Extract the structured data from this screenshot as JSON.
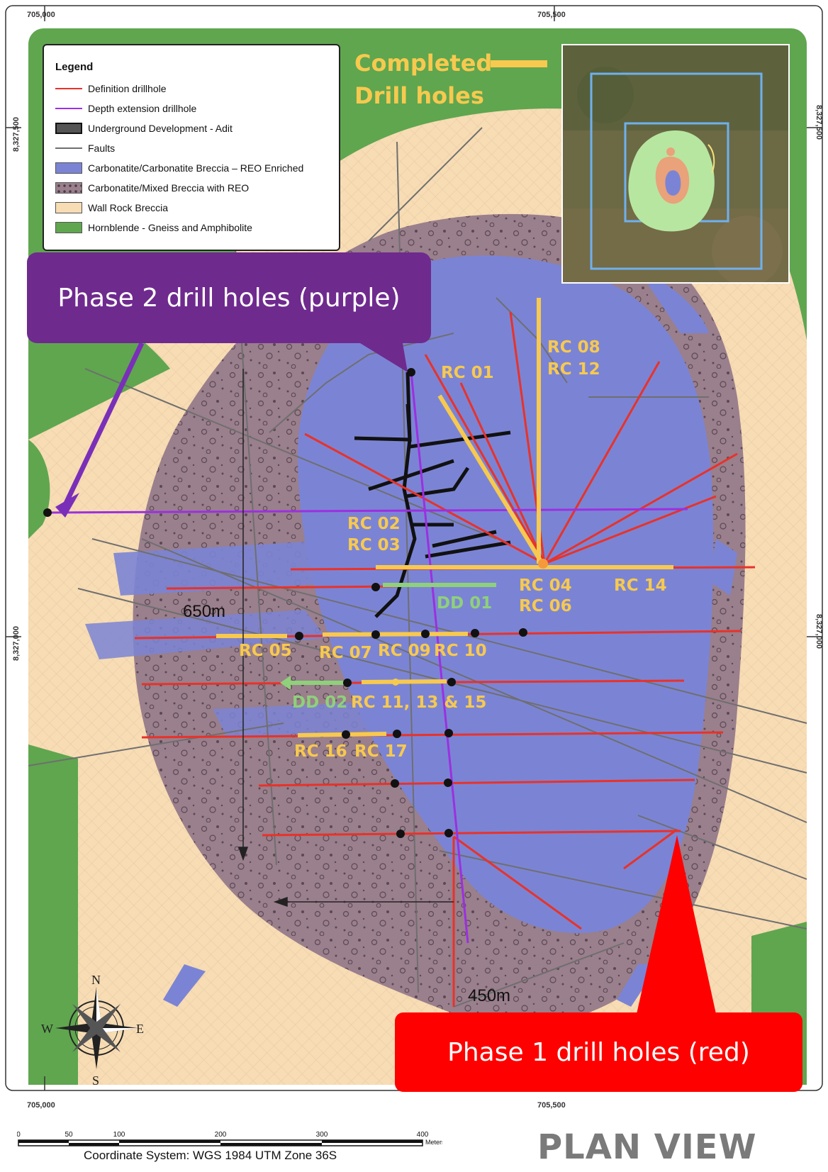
{
  "coordinates": {
    "top_left_x": "705,000",
    "top_mid_x": "705,500",
    "bottom_left_x": "705,000",
    "bottom_mid_x": "705,500",
    "left_upper_y": "8,327,500",
    "right_upper_y": "8,327,500",
    "left_lower_y": "8,327,000",
    "right_lower_y": "8,327,000"
  },
  "legend": {
    "title": "Legend",
    "items": [
      {
        "label": "Definition drillhole",
        "kind": "line",
        "color": "#e8322a"
      },
      {
        "label": "Depth extension drillhole",
        "kind": "line",
        "color": "#9b30e0"
      },
      {
        "label": "Underground Development - Adit",
        "kind": "box",
        "color": "#555555"
      },
      {
        "label": "Faults",
        "kind": "line",
        "color": "#6f6f6f"
      },
      {
        "label": "Carbonatite/Carbonatite Breccia – REO Enriched",
        "kind": "fill",
        "color": "#7b84d4"
      },
      {
        "label": "Carbonatite/Mixed Breccia with REO",
        "kind": "pattern",
        "color": "#9a7f8c"
      },
      {
        "label": "Wall Rock Breccia",
        "kind": "fill",
        "color": "#f7dcb4"
      },
      {
        "label": "Hornblende - Gneiss and Amphibolite",
        "kind": "fill",
        "color": "#5fa64f"
      }
    ]
  },
  "completed": {
    "line1": "Completed",
    "line2": "Drill holes",
    "color": "#f7c94f"
  },
  "callouts": {
    "phase2": "Phase 2 drill holes (purple)",
    "phase1": "Phase 1 drill holes (red)"
  },
  "holes": {
    "rc01": "RC 01",
    "rc08": "RC 08",
    "rc12": "RC 12",
    "rc02": "RC 02",
    "rc03": "RC 03",
    "rc04": "RC 04",
    "rc06": "RC 06",
    "rc14": "RC 14",
    "dd01": "DD 01",
    "rc05": "RC 05",
    "rc07": "RC 07",
    "rc09": "RC 09",
    "rc10": "RC 10",
    "dd02": "DD 02",
    "rc11": "RC 11, 13 & 15",
    "rc16": "RC 16",
    "rc17": "RC 17"
  },
  "distances": {
    "d650": "650m",
    "d450": "450m"
  },
  "compass": {
    "n": "N",
    "s": "S",
    "e": "E",
    "w": "W"
  },
  "scale": {
    "ticks": [
      "0",
      "50",
      "100",
      "200",
      "300",
      "400"
    ],
    "unit": "Meters"
  },
  "coordinate_system": "Coordinate System: WGS 1984 UTM Zone 36S",
  "plan_view": "PLAN VIEW",
  "colors": {
    "green": "#5fa64f",
    "wall": "#f7dcb4",
    "breccia": "#9a7f8c",
    "carbonatite": "#7b84d4",
    "definition": "#e8322a",
    "extension": "#9b30e0",
    "completed": "#f7c94f",
    "dd": "#8fd07a"
  }
}
